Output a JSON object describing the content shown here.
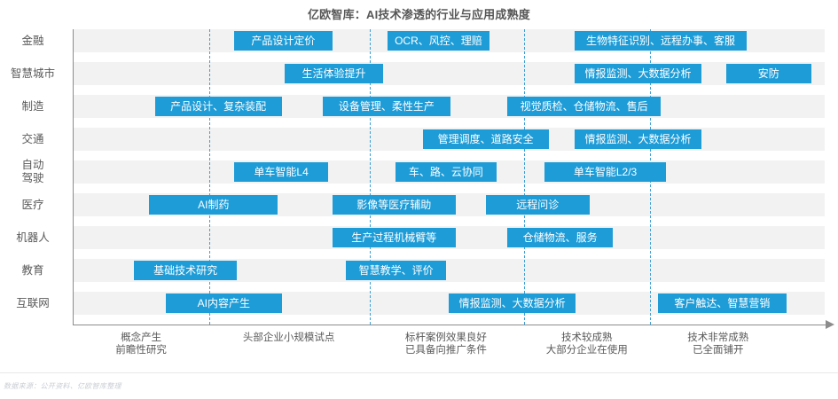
{
  "title": "亿欧智库：AI技术渗透的行业与应用成熟度",
  "source_note": "数据来源：公开资料、亿欧智库整理",
  "colors": {
    "bar": "#1e9cd7",
    "band": "#f2f2f2",
    "grid": "#3d9fd4",
    "axis": "#8c8c8c",
    "text": "#5a5a5a"
  },
  "chart_data": {
    "type": "bar",
    "title": "亿欧智库：AI技术渗透的行业与应用成熟度",
    "xlabel": "",
    "ylabel": "",
    "grid": true,
    "legend": "none",
    "x_axis": {
      "type": "category-stages",
      "stages": [
        {
          "index": 1,
          "line1": "概念产生",
          "line2": "前瞻性研究"
        },
        {
          "index": 2,
          "line1": "头部企业小规模试点",
          "line2": ""
        },
        {
          "index": 3,
          "line1": "标杆案例效果良好",
          "line2": "已具备向推广条件"
        },
        {
          "index": 4,
          "line1": "技术较成熟",
          "line2": "大部分企业在使用"
        },
        {
          "index": 5,
          "line1": "技术非常成熟",
          "line2": "已全面铺开"
        }
      ]
    },
    "categories": [
      "金融",
      "智慧城市",
      "制造",
      "交通",
      "自动驾驶",
      "医疗",
      "机器人",
      "教育",
      "互联网"
    ],
    "rows": [
      {
        "label": "金融",
        "label_lines": [
          "金融"
        ],
        "items": [
          {
            "text": "产品设计定价",
            "start": 1.18,
            "end": 1.9
          },
          {
            "text": "OCR、风控、理赔",
            "start": 2.3,
            "end": 3.05
          },
          {
            "text": "生物特征识别、远程办事、客服",
            "start": 3.67,
            "end": 4.93
          }
        ]
      },
      {
        "label": "智慧城市",
        "label_lines": [
          "智慧城市"
        ],
        "items": [
          {
            "text": "生活体验提升",
            "start": 1.55,
            "end": 2.27
          },
          {
            "text": "情报监测、大数据分析",
            "start": 3.67,
            "end": 4.6
          },
          {
            "text": "安防",
            "start": 4.78,
            "end": 5.4
          }
        ]
      },
      {
        "label": "制造",
        "label_lines": [
          "制造"
        ],
        "items": [
          {
            "text": "产品设计、复杂装配",
            "start": 0.6,
            "end": 1.53
          },
          {
            "text": "设备管理、柔性生产",
            "start": 1.83,
            "end": 2.76
          },
          {
            "text": "视觉质检、仓储物流、售后",
            "start": 3.18,
            "end": 4.3
          }
        ]
      },
      {
        "label": "交通",
        "label_lines": [
          "交通"
        ],
        "items": [
          {
            "text": "管理调度、道路安全",
            "start": 2.56,
            "end": 3.48
          },
          {
            "text": "情报监测、大数据分析",
            "start": 3.67,
            "end": 4.6
          }
        ]
      },
      {
        "label": "自动驾驶",
        "label_lines": [
          "自动",
          "驾驶"
        ],
        "items": [
          {
            "text": "单车智能L4",
            "start": 1.18,
            "end": 1.87
          },
          {
            "text": "车、路、云协同",
            "start": 2.36,
            "end": 3.1
          },
          {
            "text": "单车智能L2/3",
            "start": 3.45,
            "end": 4.34
          }
        ]
      },
      {
        "label": "医疗",
        "label_lines": [
          "医疗"
        ],
        "items": [
          {
            "text": "AI制药",
            "start": 0.56,
            "end": 1.5
          },
          {
            "text": "影像等医疗辅助",
            "start": 1.9,
            "end": 2.8
          },
          {
            "text": "远程问诊",
            "start": 3.02,
            "end": 3.78
          }
        ]
      },
      {
        "label": "机器人",
        "label_lines": [
          "机器人"
        ],
        "items": [
          {
            "text": "生产过程机械臂等",
            "start": 1.9,
            "end": 2.8
          },
          {
            "text": "仓储物流、服务",
            "start": 3.18,
            "end": 3.95
          }
        ]
      },
      {
        "label": "教育",
        "label_lines": [
          "教育"
        ],
        "items": [
          {
            "text": "基础技术研究",
            "start": 0.45,
            "end": 1.2
          },
          {
            "text": "智慧教学、评价",
            "start": 2.0,
            "end": 2.73
          }
        ]
      },
      {
        "label": "互联网",
        "label_lines": [
          "互联网"
        ],
        "items": [
          {
            "text": "AI内容产生",
            "start": 0.68,
            "end": 1.53
          },
          {
            "text": "情报监测、大数据分析",
            "start": 2.75,
            "end": 3.68
          },
          {
            "text": "客户触达、智慧营销",
            "start": 4.28,
            "end": 5.22
          }
        ]
      }
    ]
  }
}
